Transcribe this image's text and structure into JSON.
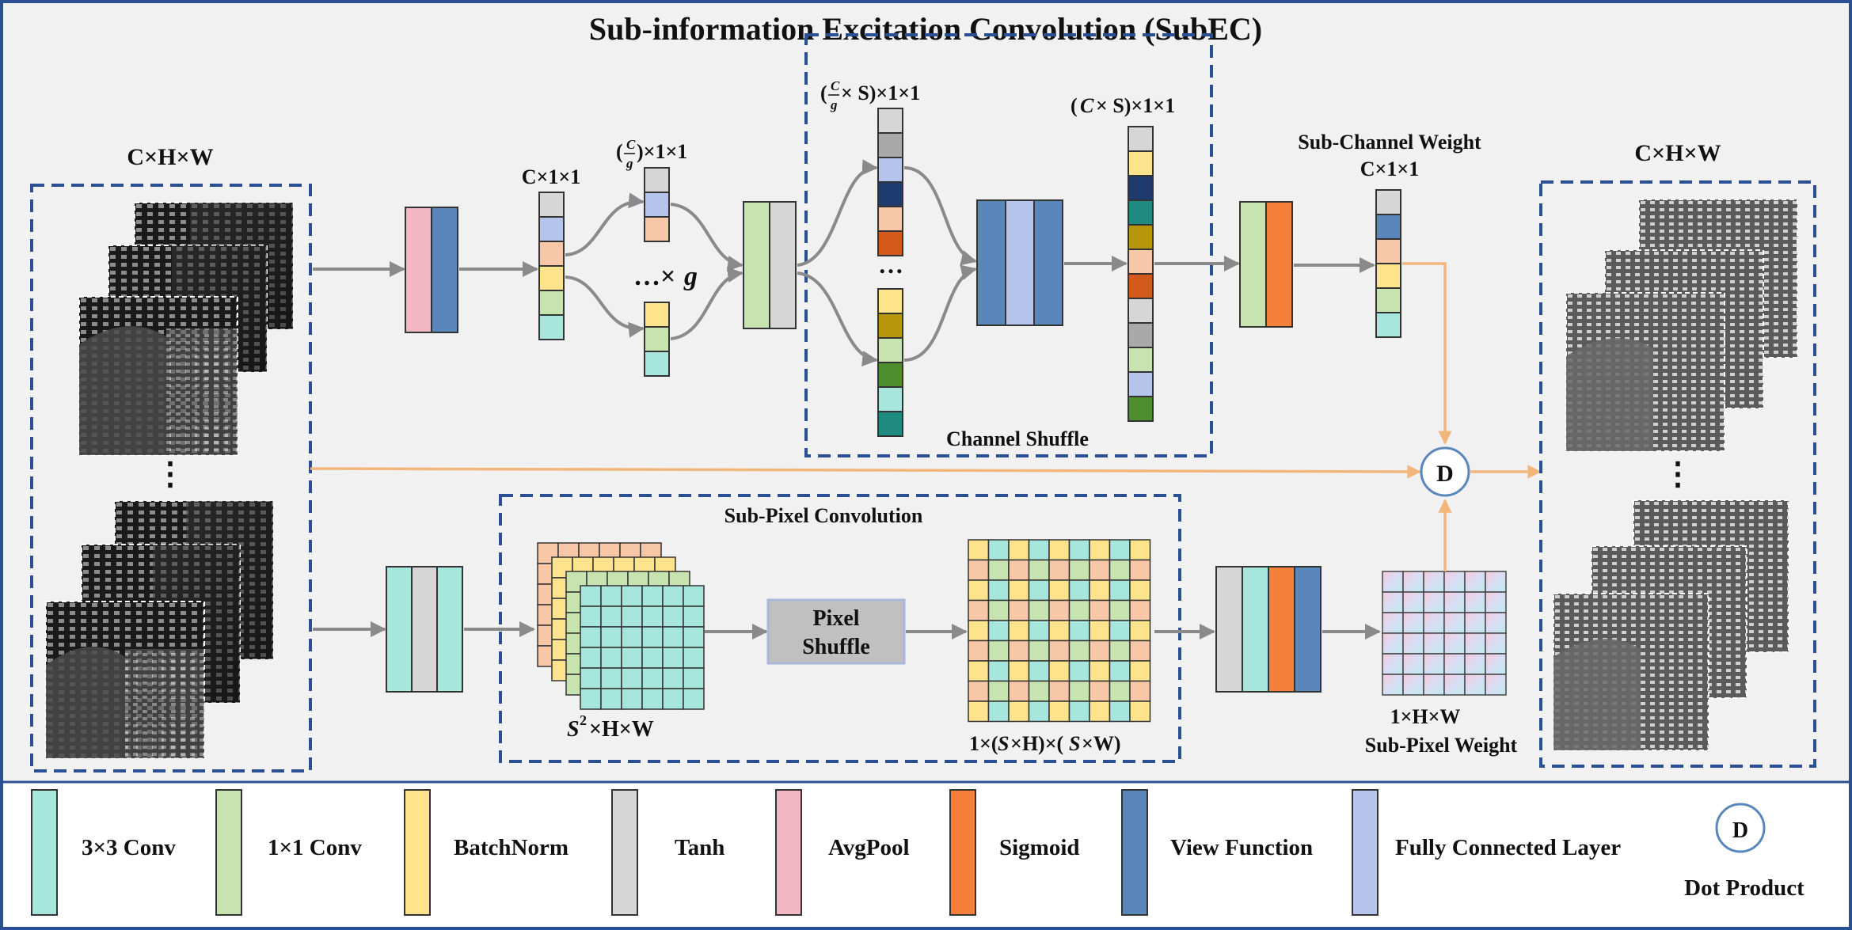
{
  "title": "Sub-information Excitation Convolution (SubEC)",
  "colors": {
    "conv3x3": "#a6e6dc",
    "conv1x1": "#c6e3b0",
    "batchnorm": "#fde38c",
    "tanh": "#d6d6d6",
    "avgpool": "#f3b7c4",
    "sigmoid": "#f5803a",
    "view": "#5a87bb",
    "fc": "#b4c4ea",
    "frame": "#2a4f93",
    "arrow": "#8a8a8a",
    "orange_arrow": "#f3b67a"
  },
  "labels": {
    "input_dims": "C×H×W",
    "output_dims": "C×H×W",
    "ellipsis_vertical": "⋮",
    "c11": "C×1×1",
    "cg11_open": "(",
    "cg_c": "C",
    "cg_g": "g",
    "cg11_close": ")×1×1",
    "times_g": "…×",
    "times_g_var": "g",
    "cgs_open": "(",
    "cgs_c": "C",
    "cgs_g": "g",
    "cgs_rest": " × S)×1×1",
    "cs11_open": "(",
    "cs11_c": "C",
    "cs11_rest": " × S)×1×1",
    "dots_short": "…",
    "channel_shuffle": "Channel Shuffle",
    "sub_channel_weight": "Sub-Channel Weight",
    "sub_channel_dims": "C×1×1",
    "dot": "D",
    "sub_pixel_conv": "Sub-Pixel Convolution",
    "s2hw_s": "S",
    "s2hw_sup": "2",
    "s2hw_rest": "×H×W",
    "pixel_shuffle_1": "Pixel",
    "pixel_shuffle_2": "Shuffle",
    "shuffled_dims_a": "1×(",
    "shuffled_dims_s1": "S",
    "shuffled_dims_b": "×H)×(",
    "shuffled_dims_s2": "S",
    "shuffled_dims_c": "×W)",
    "one_hw": "1×H×W",
    "sub_pixel_weight": "Sub-Pixel Weight"
  },
  "legend": [
    {
      "label": "3×3 Conv",
      "color": "#a6e6dc"
    },
    {
      "label": "1×1 Conv",
      "color": "#c6e3b0"
    },
    {
      "label": "BatchNorm",
      "color": "#fde38c"
    },
    {
      "label": "Tanh",
      "color": "#d6d6d6"
    },
    {
      "label": "AvgPool",
      "color": "#f3b7c4"
    },
    {
      "label": "Sigmoid",
      "color": "#f5803a"
    },
    {
      "label": "View Function",
      "color": "#5a87bb"
    },
    {
      "label": "Fully Connected Layer",
      "color": "#b4c4ea"
    }
  ],
  "legend_dot": {
    "symbol": "D",
    "label": "Dot Product"
  }
}
